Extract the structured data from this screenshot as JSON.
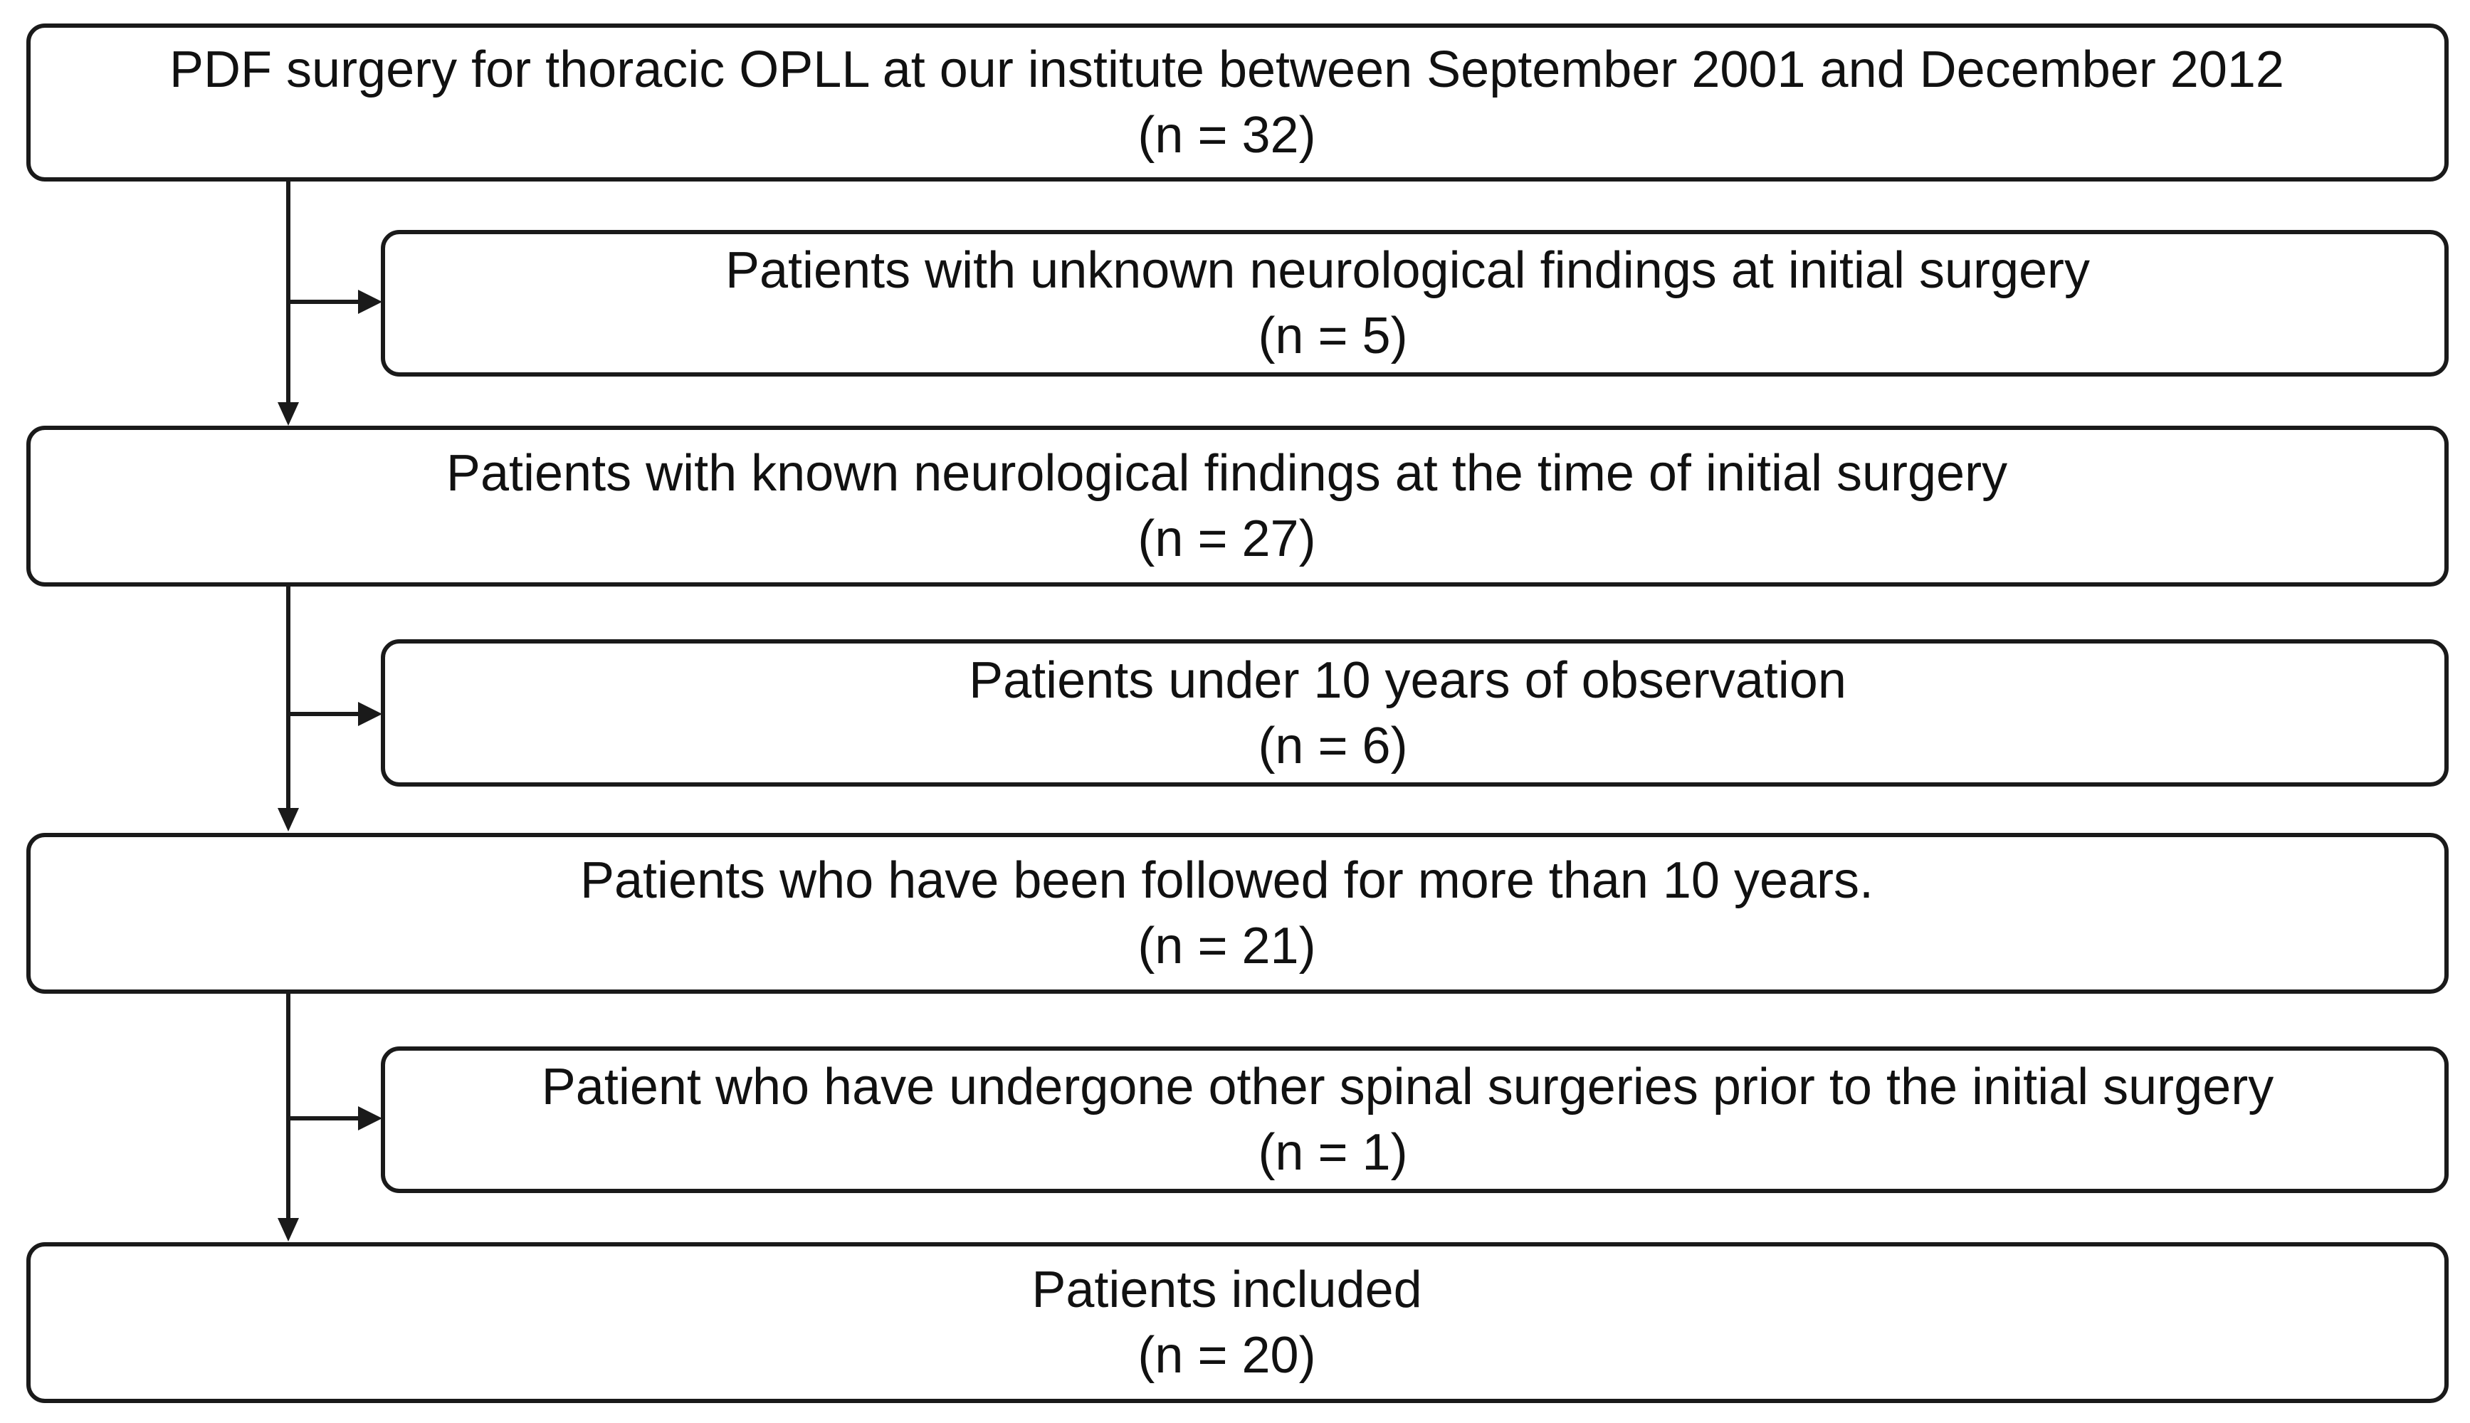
{
  "flowchart": {
    "main_boxes": [
      {
        "text": "PDF surgery for thoracic OPLL at our institute between September 2001 and December 2012",
        "count": "(n = 32)"
      },
      {
        "text": "Patients with known neurological findings at the time of initial surgery",
        "count": "(n = 27)"
      },
      {
        "text": "Patients who have been followed for more than 10 years.",
        "count": "(n = 21)"
      },
      {
        "text": "Patients included",
        "count": "(n = 20)"
      }
    ],
    "exclusion_boxes": [
      {
        "text": "Patients with unknown neurological findings at initial surgery",
        "count": "(n = 5)"
      },
      {
        "text": "Patients under 10 years of observation",
        "count": "(n = 6)"
      },
      {
        "text": "Patient who have undergone other spinal surgeries prior to the initial surgery",
        "count": "(n = 1)"
      }
    ]
  }
}
